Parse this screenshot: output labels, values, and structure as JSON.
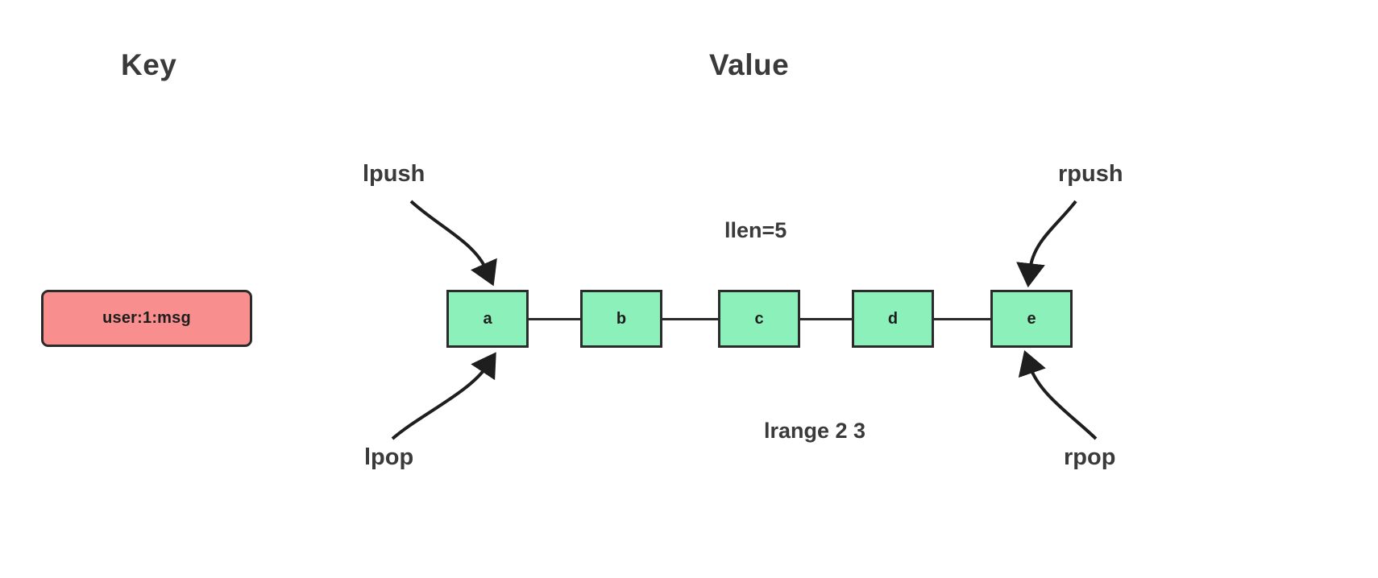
{
  "headings": {
    "key": "Key",
    "value": "Value"
  },
  "key_box": {
    "label": "user:1:msg",
    "fill": "#f98e8e",
    "stroke": "#2b2b2b"
  },
  "list": {
    "fill": "#8cf0bb",
    "stroke": "#2b2b2b",
    "nodes": [
      {
        "value": "a"
      },
      {
        "value": "b"
      },
      {
        "value": "c"
      },
      {
        "value": "d"
      },
      {
        "value": "e"
      }
    ]
  },
  "operations": {
    "lpush": "lpush",
    "rpush": "rpush",
    "lpop": "lpop",
    "rpop": "rpop"
  },
  "annotations": {
    "llen": "llen=5",
    "lrange": "lrange 2 3"
  },
  "icons": {
    "arrow_head": "triangle-arrowhead-icon"
  }
}
